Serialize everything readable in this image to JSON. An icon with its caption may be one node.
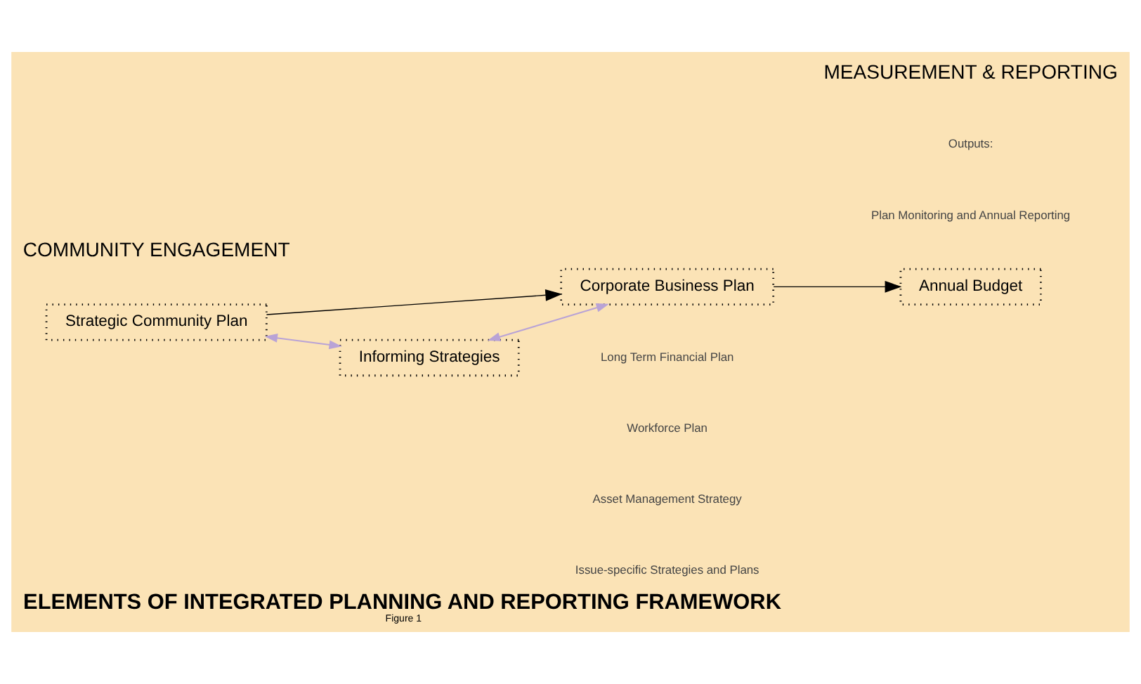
{
  "diagram": {
    "title": "ELEMENTS OF INTEGRATED PLANNING AND REPORTING FRAMEWORK",
    "caption": "Figure 1",
    "nodes": [
      {
        "text": [
          "Strategic Community Plan"
        ]
      },
      {
        "text": [
          "Corporate Business Plan"
        ]
      },
      {
        "text": [
          "Annual Budget"
        ]
      },
      {
        "text": [
          "Informing Strategies"
        ]
      }
    ],
    "edges": [
      {
        "from": 0,
        "to": 1,
        "arrow": "to"
      },
      {
        "from": 1,
        "to": 2,
        "arrow": "to"
      },
      {
        "from": 0,
        "to": 3,
        "arrow": "both",
        "color": "#b9a3d6"
      },
      {
        "from": 3,
        "to": 1,
        "arrow": "both",
        "color": "#b9a3d6"
      }
    ],
    "labels": [
      "COMMUNITY ENGAGEMENT",
      "MEASUREMENT & REPORTING",
      "Outputs:",
      "Plan Monitoring and Annual Reporting",
      "Long Term Financial Plan",
      "Workforce Plan",
      "Asset Management Strategy",
      "Issue-specific Strategies and Plans"
    ]
  }
}
